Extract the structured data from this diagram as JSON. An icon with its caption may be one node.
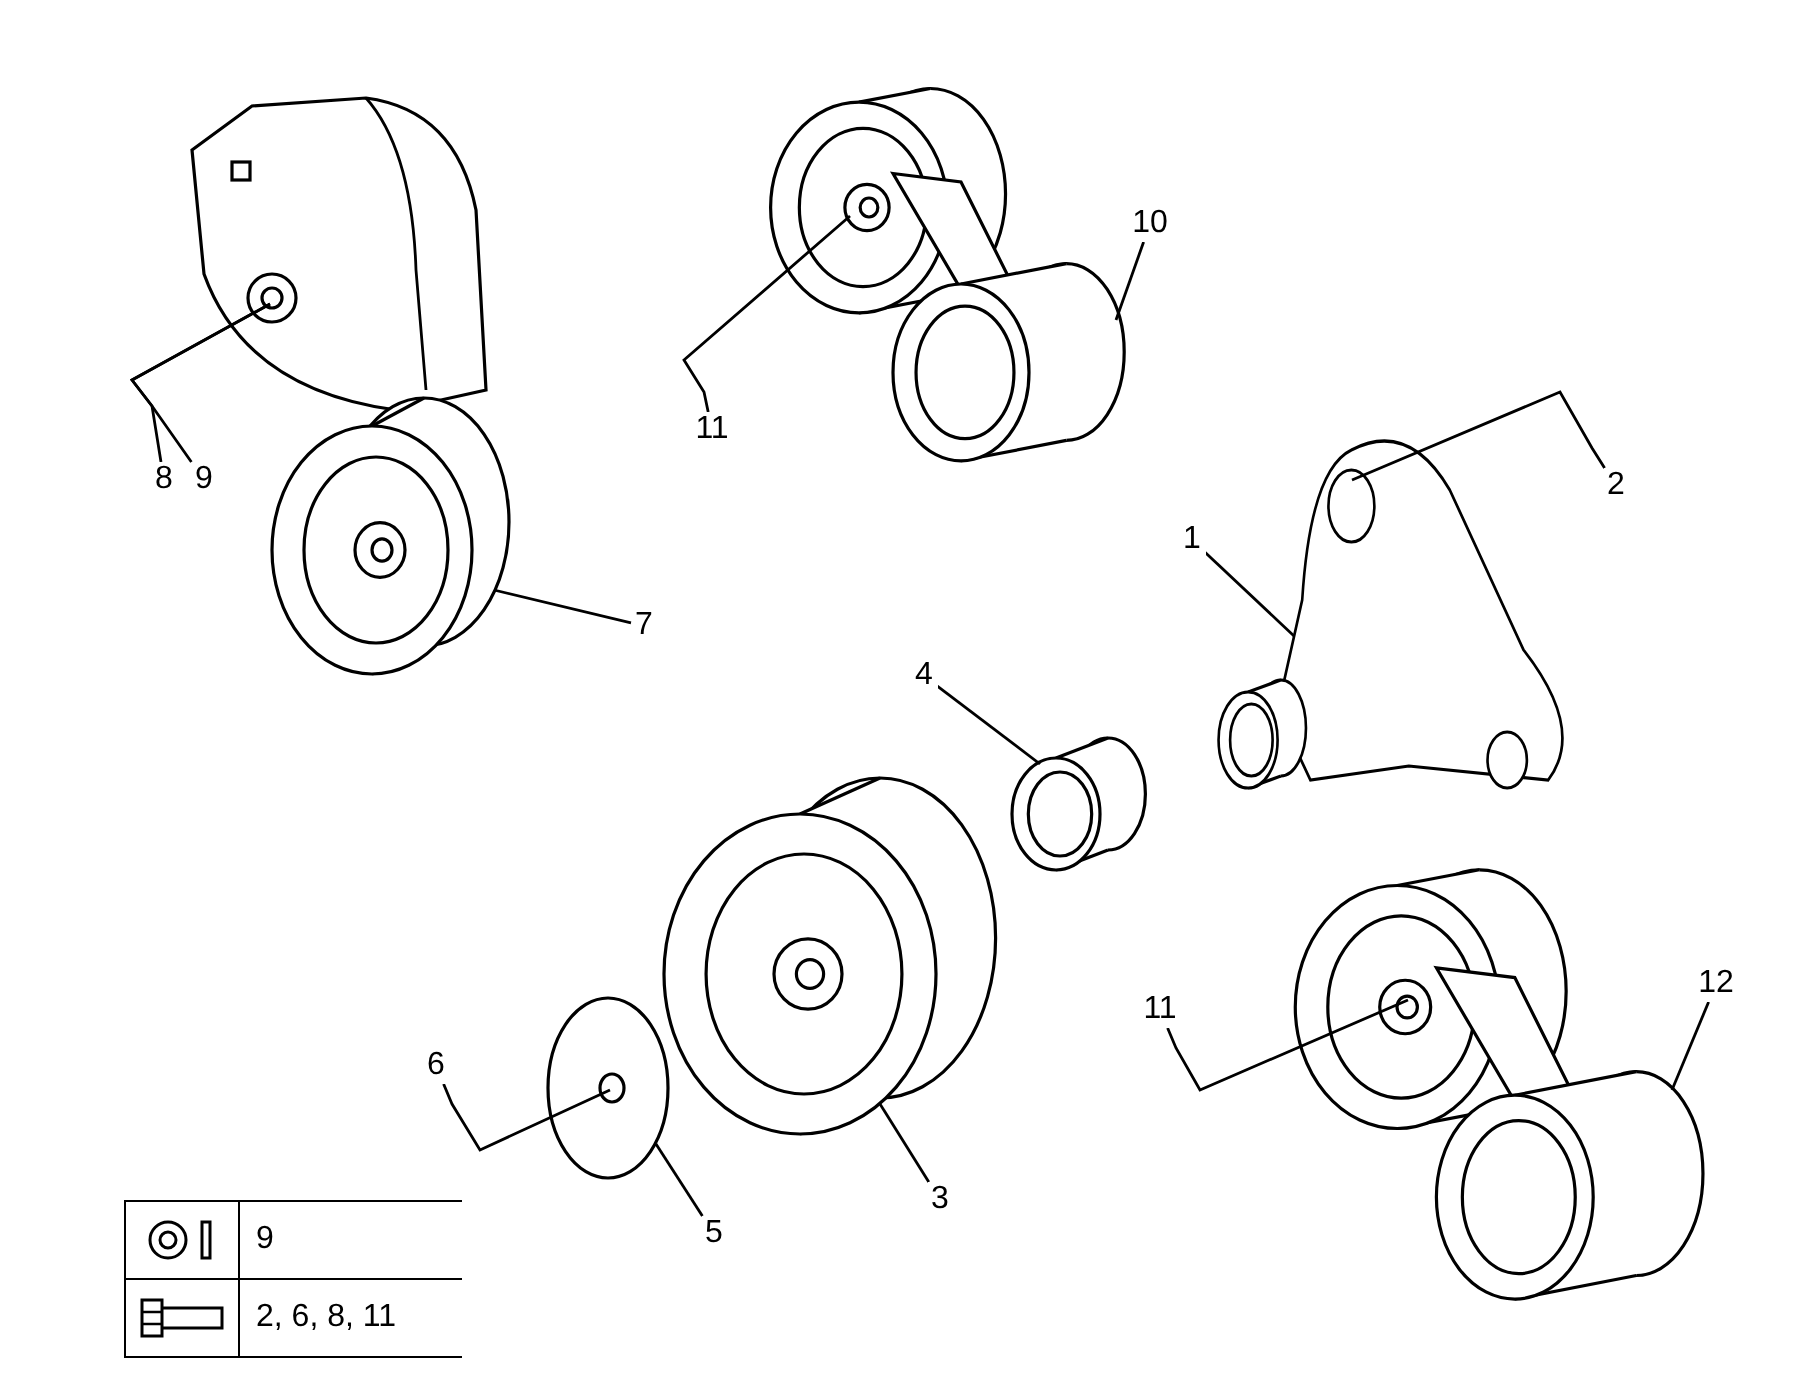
{
  "diagram": {
    "nodes": [
      {
        "text": [],
        "shape": "picture"
      },
      {
        "text": [],
        "shape": "picture"
      },
      {
        "text": [],
        "shape": "picture"
      },
      {
        "text": [],
        "shape": "picture"
      },
      {
        "text": [],
        "shape": "picture"
      },
      {
        "text": [],
        "shape": "picture"
      },
      {
        "text": [],
        "shape": "picture"
      },
      {
        "text": [],
        "shape": "picture"
      },
      {
        "text": [
          "8"
        ]
      },
      {
        "text": [
          "9"
        ]
      },
      {
        "text": [
          "11"
        ]
      },
      {
        "text": [
          "10"
        ]
      },
      {
        "text": [
          "2"
        ]
      },
      {
        "text": [
          "1"
        ]
      },
      {
        "text": [
          "7"
        ]
      },
      {
        "text": [
          "4"
        ]
      },
      {
        "text": [
          "6"
        ]
      },
      {
        "text": [
          "5"
        ]
      },
      {
        "text": [
          "3"
        ]
      },
      {
        "text": [
          "11"
        ]
      },
      {
        "text": [
          "12"
        ]
      }
    ],
    "edges": [
      {
        "from": 8,
        "to": 0,
        "arrow": "none"
      },
      {
        "from": 9,
        "to": 0,
        "arrow": "none"
      },
      {
        "from": 10,
        "to": 2,
        "arrow": "none"
      },
      {
        "from": 11,
        "to": 2,
        "arrow": "none"
      },
      {
        "from": 12,
        "to": 3,
        "arrow": "none"
      },
      {
        "from": 13,
        "to": 3,
        "arrow": "none"
      },
      {
        "from": 14,
        "to": 1,
        "arrow": "none"
      },
      {
        "from": 15,
        "to": 4,
        "arrow": "none"
      },
      {
        "from": 16,
        "to": 6,
        "arrow": "none"
      },
      {
        "from": 17,
        "to": 6,
        "arrow": "none"
      },
      {
        "from": 18,
        "to": 5,
        "arrow": "none"
      },
      {
        "from": 19,
        "to": 7,
        "arrow": "none"
      },
      {
        "from": 20,
        "to": 7,
        "arrow": "none"
      }
    ],
    "labels": [
      "9",
      "2, 6, 8, 11"
    ]
  }
}
